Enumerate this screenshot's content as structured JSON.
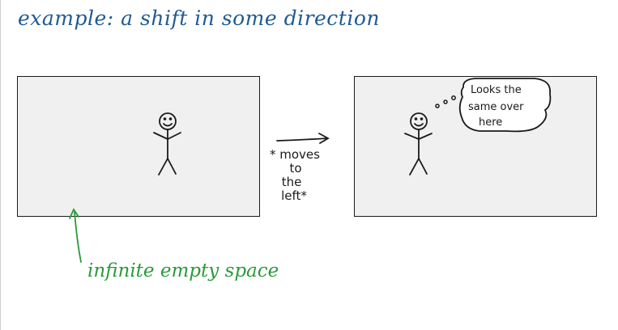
{
  "title": "example: a shift in some direction",
  "move_text": {
    "line1": "* moves",
    "line2": "to",
    "line3": "the",
    "line4": "left*"
  },
  "speech_bubble": {
    "line1": "Looks the",
    "line2": "same over",
    "line3": "here"
  },
  "annotation": "infinite empty space",
  "colors": {
    "title": "#1f5a94",
    "annotation": "#2a9a3a",
    "ink": "#1a1a1a",
    "panel_fill": "#f0f0f0"
  },
  "icons": [
    "stick-figure-icon",
    "arrow-right-icon",
    "thought-dots-icon",
    "speech-bubble-icon",
    "arrow-up-icon"
  ]
}
